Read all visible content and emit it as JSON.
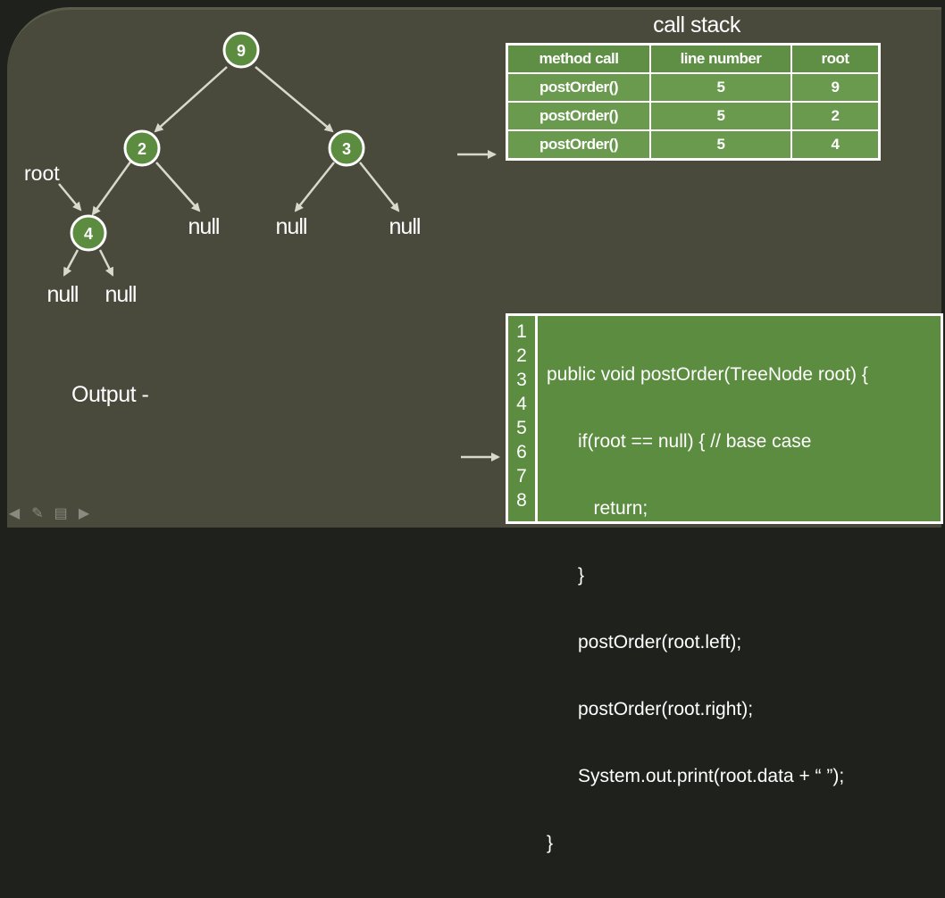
{
  "tree": {
    "nodes": [
      {
        "id": "n9",
        "label": "9"
      },
      {
        "id": "n2",
        "label": "2"
      },
      {
        "id": "n3",
        "label": "3"
      },
      {
        "id": "n4",
        "label": "4"
      }
    ],
    "nulls": [
      "null",
      "null",
      "null",
      "null",
      "null"
    ],
    "root_pointer_label": "root"
  },
  "call_stack": {
    "title": "call stack",
    "headers": [
      "method call",
      "line number",
      "root"
    ],
    "rows": [
      [
        "postOrder()",
        "5",
        "9"
      ],
      [
        "postOrder()",
        "5",
        "2"
      ],
      [
        "postOrder()",
        "5",
        "4"
      ]
    ]
  },
  "code": {
    "line_numbers": [
      "1",
      "2",
      "3",
      "4",
      "5",
      "6",
      "7",
      "8"
    ],
    "lines": [
      "public void postOrder(TreeNode root) {",
      "      if(root == null) { // base case",
      "         return;",
      "      }",
      "      postOrder(root.left);",
      "      postOrder(root.right);",
      "      System.out.print(root.data + “ ”);",
      "}"
    ]
  },
  "output": {
    "label": "Output -"
  },
  "colors": {
    "node_fill": "#5b8c40",
    "node_stroke": "#ffffff",
    "background": "#4a4a3c",
    "table_fill": "#6a9a4e",
    "arrow": "#d8d8cc"
  },
  "icons": [
    "arrow-left-icon",
    "pen-icon",
    "menu-icon",
    "arrow-right-icon"
  ]
}
